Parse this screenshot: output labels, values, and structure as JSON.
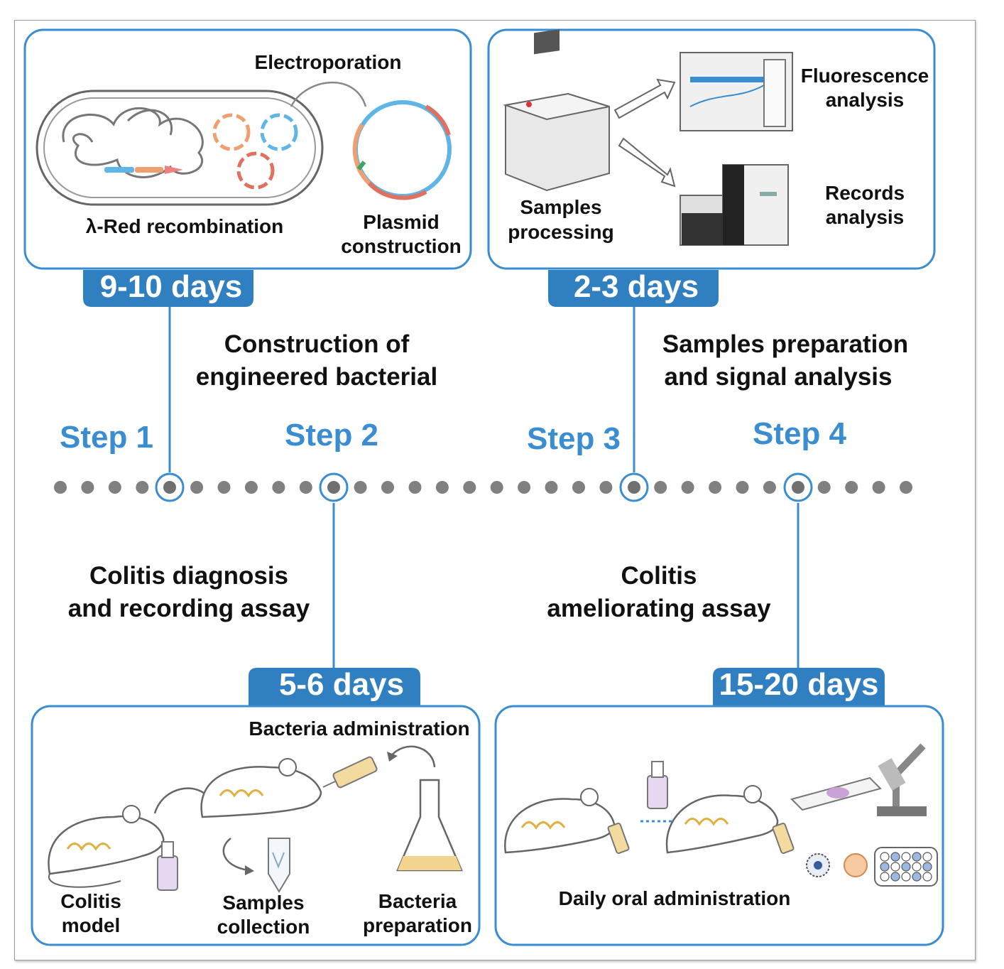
{
  "colors": {
    "accent": "#3a8dd0",
    "badge": "#2f7fc1",
    "dot": "#808080"
  },
  "steps": [
    {
      "label": "Step 1"
    },
    {
      "label": "Step 2"
    },
    {
      "label": "Step 3"
    },
    {
      "label": "Step 4"
    }
  ],
  "durations": {
    "step1": "9-10 days",
    "step2": "5-6 days",
    "step3": "2-3 days",
    "step4": "15-20 days"
  },
  "descriptions": {
    "step1": [
      "Construction of",
      "engineered bacterial"
    ],
    "step2": [
      "Colitis diagnosis",
      "and recording assay"
    ],
    "step3": [
      "Samples preparation",
      "and  signal analysis"
    ],
    "step4": [
      "Colitis",
      "ameliorating assay"
    ]
  },
  "panel1": {
    "electroporation": "Electroporation",
    "recombination": "λ-Red recombination",
    "plasmid": [
      "Plasmid",
      "construction"
    ]
  },
  "panel3": {
    "fluorescence": [
      "Fluorescence",
      "analysis"
    ],
    "records": [
      "Records",
      "analysis"
    ],
    "samples": [
      "Samples",
      "processing"
    ]
  },
  "panel2": {
    "administration": "Bacteria administration",
    "colitis_model": [
      "Colitis",
      "model"
    ],
    "samples_collection": [
      "Samples",
      "collection"
    ],
    "bacteria_preparation": [
      "Bacteria",
      "preparation"
    ]
  },
  "panel4": {
    "daily": "Daily oral administration"
  },
  "timeline": {
    "dot_count": 32
  }
}
